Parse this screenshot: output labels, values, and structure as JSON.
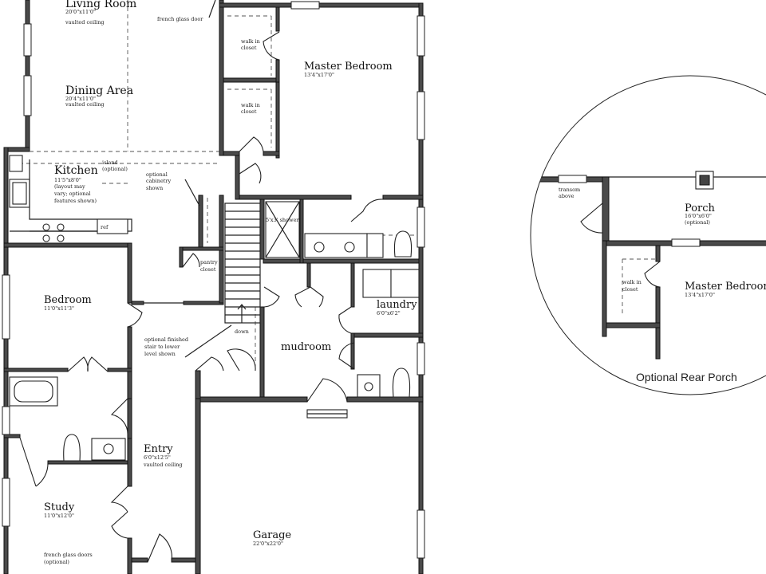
{
  "rooms": {
    "living_room": {
      "name": "Living Room",
      "dims": "20'0\"x11'0\"",
      "note": "vaulted ceiling"
    },
    "dining_area": {
      "name": "Dining Area",
      "dims": "20'4\"x11'0\"",
      "note": "vaulted ceiling"
    },
    "kitchen": {
      "name": "Kitchen",
      "dims": "11'5\"x8'0\"",
      "notes": [
        "(layout may",
        "vary; optional",
        "features shown)"
      ]
    },
    "master_bedroom": {
      "name": "Master Bedroom",
      "dims": "13'4\"x17'0\""
    },
    "bedroom": {
      "name": "Bedroom",
      "dims": "11'0\"x11'3\""
    },
    "laundry": {
      "name": "laundry",
      "dims": "6'0\"x6'2\""
    },
    "mudroom": {
      "name": "mudroom"
    },
    "entry": {
      "name": "Entry",
      "dims": "6'0\"x12'5\"",
      "note": "vaulted ceiling"
    },
    "study": {
      "name": "Study",
      "dims": "11'0\"x12'0\""
    },
    "garage": {
      "name": "Garage",
      "dims": "22'0\"x22'0\""
    }
  },
  "labels": {
    "french_glass_door": "french glass door",
    "walk_in_closet_1": [
      "walk in",
      "closet"
    ],
    "walk_in_closet_2": [
      "walk in",
      "closet"
    ],
    "island": [
      "island",
      "(optional)"
    ],
    "optional_cabinetry": [
      "optional",
      "cabinetry",
      "shown"
    ],
    "ref": "ref",
    "shower": "5'x3' shower",
    "pantry": [
      "pantry",
      "closet"
    ],
    "down": "down",
    "optional_stair": [
      "optional finished",
      "stair to lower",
      "level shown"
    ],
    "french_glass_doors": [
      "french glass doors",
      "(optional)"
    ]
  },
  "inset": {
    "caption": "Optional Rear Porch",
    "transom": [
      "transom",
      "above"
    ],
    "porch": {
      "name": "Porch",
      "dims": "16'0\"x6'0\"",
      "note": "(optional)"
    },
    "walk_in_closet": [
      "walk in",
      "closet"
    ],
    "master_bedroom": {
      "name": "Master Bedroom",
      "dims": "13'4\"x17'0\""
    }
  }
}
